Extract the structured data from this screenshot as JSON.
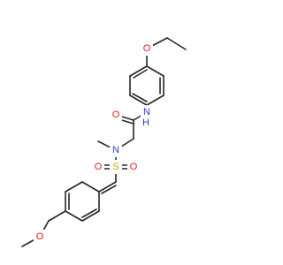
{
  "atoms": {
    "o_ethoxy": "O",
    "nh": "N",
    "nh_h": "H",
    "o_carbonyl": "O",
    "n_sulfonamide": "N",
    "s": "S",
    "o_sulfonyl_left": "O",
    "o_sulfonyl_right": "O",
    "o_methoxy": "O"
  },
  "colors": {
    "bond": "#262626",
    "oxygen": "#e41a1c",
    "nitrogen": "#2b35d4",
    "sulfur": "#c9b000"
  }
}
